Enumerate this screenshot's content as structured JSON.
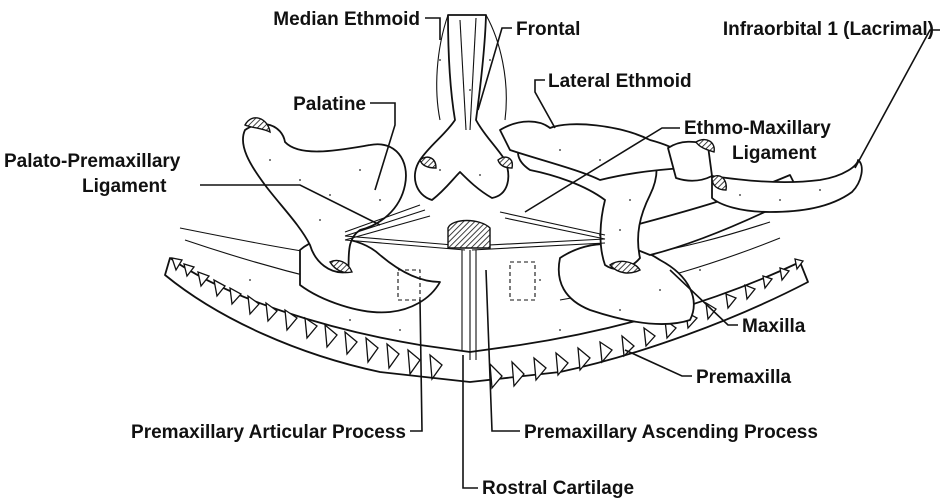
{
  "labels": {
    "median_ethmoid": "Median Ethmoid",
    "frontal": "Frontal",
    "infraorbital": "Infraorbital 1 (Lacrimal)",
    "lateral_ethmoid": "Lateral Ethmoid",
    "palatine": "Palatine",
    "ethmo_maxillary_1": "Ethmo-Maxillary",
    "ethmo_maxillary_2": "Ligament",
    "palato_premaxillary_1": "Palato-Premaxillary",
    "palato_premaxillary_2": "Ligament",
    "maxilla": "Maxilla",
    "premaxilla": "Premaxilla",
    "premaxillary_articular": "Premaxillary Articular Process",
    "premaxillary_ascending": "Premaxillary Ascending Process",
    "rostral_cartilage": "Rostral Cartilage"
  }
}
